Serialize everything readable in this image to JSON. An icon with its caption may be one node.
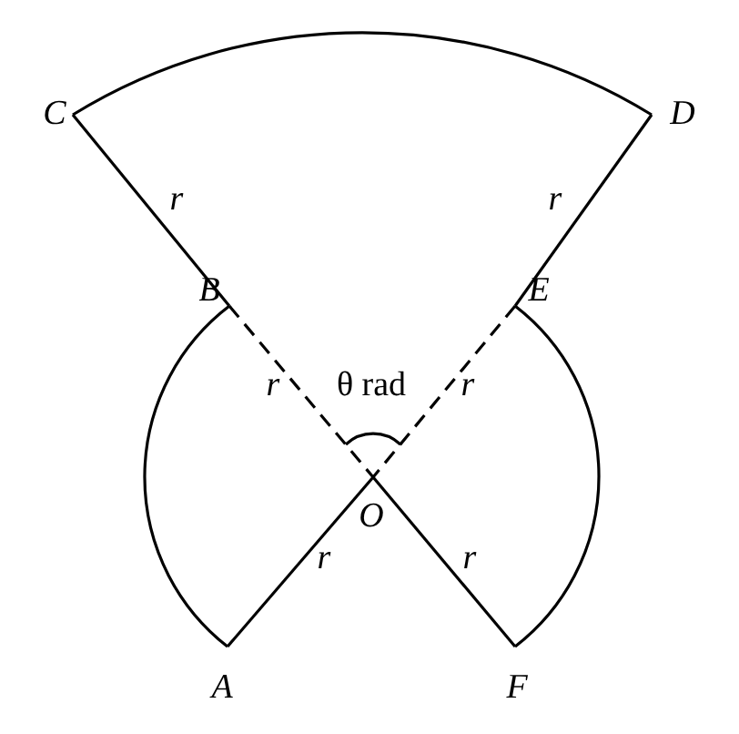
{
  "diagram": {
    "labels": [
      "C",
      "D",
      "r",
      "r",
      "B",
      "E",
      "r",
      "θ rad",
      "r",
      "O",
      "r",
      "r",
      "A",
      "F"
    ]
  }
}
